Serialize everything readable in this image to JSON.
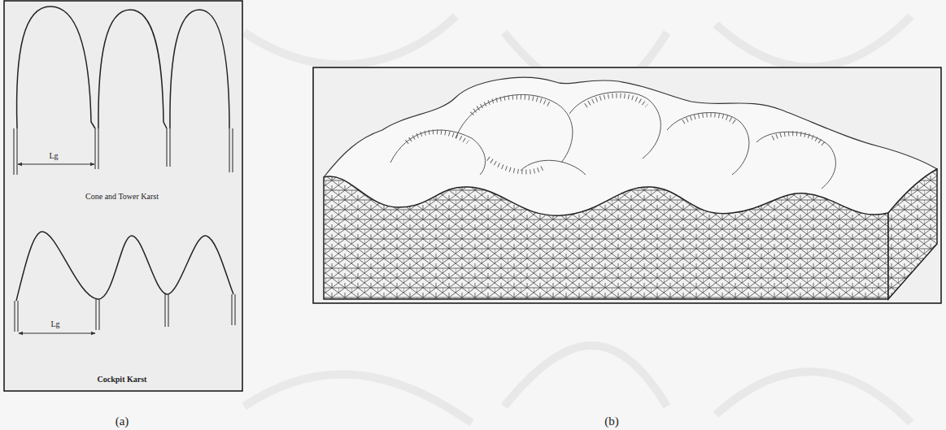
{
  "diagram": {
    "labels": [
      "Lg",
      "Cone and Tower Karst",
      "Lg",
      "Cockpit Karst",
      "(a)",
      "(b)"
    ]
  }
}
